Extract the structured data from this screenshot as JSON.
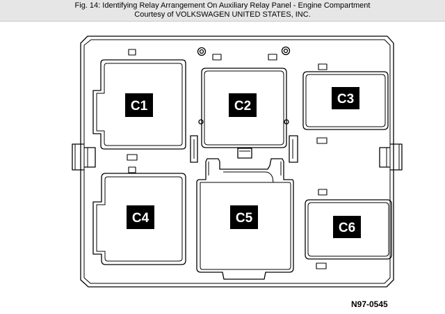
{
  "caption": {
    "line1": "Fig. 14: Identifying Relay Arrangement On Auxiliary Relay Panel - Engine Compartment",
    "line2": "Courtesy of VOLKSWAGEN UNITED STATES, INC."
  },
  "relays": [
    {
      "label": "C1"
    },
    {
      "label": "C2"
    },
    {
      "label": "C3"
    },
    {
      "label": "C4"
    },
    {
      "label": "C5"
    },
    {
      "label": "C6"
    }
  ],
  "figure_code": "N97-0545",
  "colors": {
    "line": "#000000",
    "label_background": "#000000",
    "label_text": "#ffffff",
    "header_background": "#e6e6e6"
  }
}
